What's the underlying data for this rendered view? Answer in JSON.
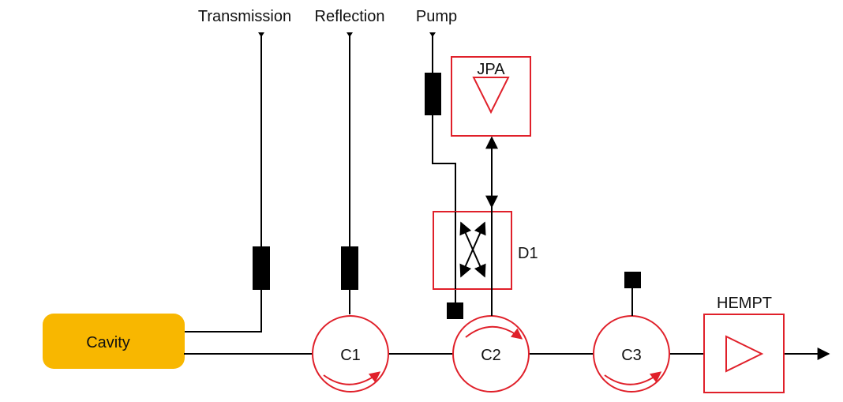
{
  "ports": {
    "transmission": "Transmission",
    "reflection": "Reflection",
    "pump": "Pump"
  },
  "components": {
    "cavity": "Cavity",
    "jpa": "JPA",
    "d1": "D1",
    "hempt": "HEMPT",
    "c1": "C1",
    "c2": "C2",
    "c3": "C3"
  },
  "colors": {
    "cavity_fill": "#f8b700",
    "component_outline": "#e0202a",
    "wire": "#000000"
  }
}
